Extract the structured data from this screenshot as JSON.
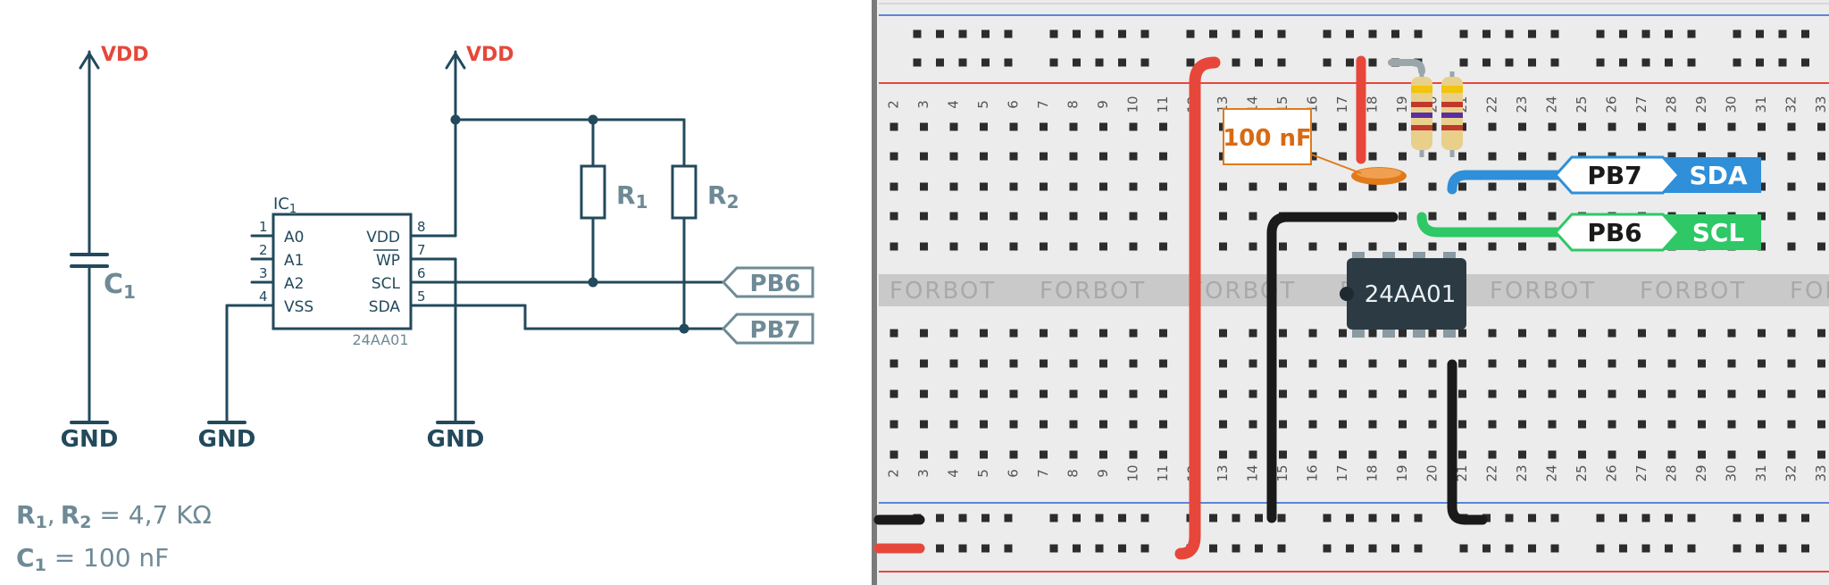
{
  "schematic": {
    "vdd_label": "VDD",
    "gnd_label": "GND",
    "cap_name": "C",
    "cap_sub": "1",
    "ic_name": "IC",
    "ic_sub": "1",
    "ic_part": "24AA01",
    "ic_pins_left": [
      {
        "num": "1",
        "name": "A0"
      },
      {
        "num": "2",
        "name": "A1"
      },
      {
        "num": "3",
        "name": "A2"
      },
      {
        "num": "4",
        "name": "VSS"
      }
    ],
    "ic_pins_right": [
      {
        "num": "8",
        "name": "VDD"
      },
      {
        "num": "7",
        "name": "WP"
      },
      {
        "num": "6",
        "name": "SCL"
      },
      {
        "num": "5",
        "name": "SDA"
      }
    ],
    "r1_name": "R",
    "r1_sub": "1",
    "r2_name": "R",
    "r2_sub": "2",
    "port_pb6": "PB6",
    "port_pb7": "PB7",
    "note_r_a": "R",
    "note_r_a_sub": "1",
    "note_sep": ",",
    "note_r_b": "R",
    "note_r_b_sub": "2",
    "note_r_value": " = 4,7 KΩ",
    "note_c": "C",
    "note_c_sub": "1",
    "note_c_value": " = 100 nF"
  },
  "breadboard": {
    "watermark": "FORBOT",
    "column_numbers": [
      "2",
      "3",
      "4",
      "5",
      "6",
      "7",
      "8",
      "9",
      "10",
      "11",
      "12",
      "13",
      "14",
      "15",
      "16",
      "17",
      "18",
      "19",
      "20",
      "21",
      "22",
      "23",
      "24",
      "25",
      "26",
      "27",
      "28",
      "29",
      "30",
      "31",
      "32",
      "33"
    ],
    "chip_label": "24AA01",
    "cap_callout": "100 nF",
    "tag_sda_pin": "PB7",
    "tag_sda_name": "SDA",
    "tag_scl_pin": "PB6",
    "tag_scl_name": "SCL"
  },
  "colors": {
    "wire": "#22495c",
    "label_grey": "#6e8a96",
    "vdd_red": "#e6473a",
    "board": "#ececec",
    "hole": "#2c2c2c",
    "wire_red": "#e6473a",
    "wire_black": "#1a1a1a",
    "wire_blue": "#2f8fd8",
    "wire_green": "#2ec866",
    "chip": "#2c3a44",
    "cap_orange": "#e07a1a"
  }
}
